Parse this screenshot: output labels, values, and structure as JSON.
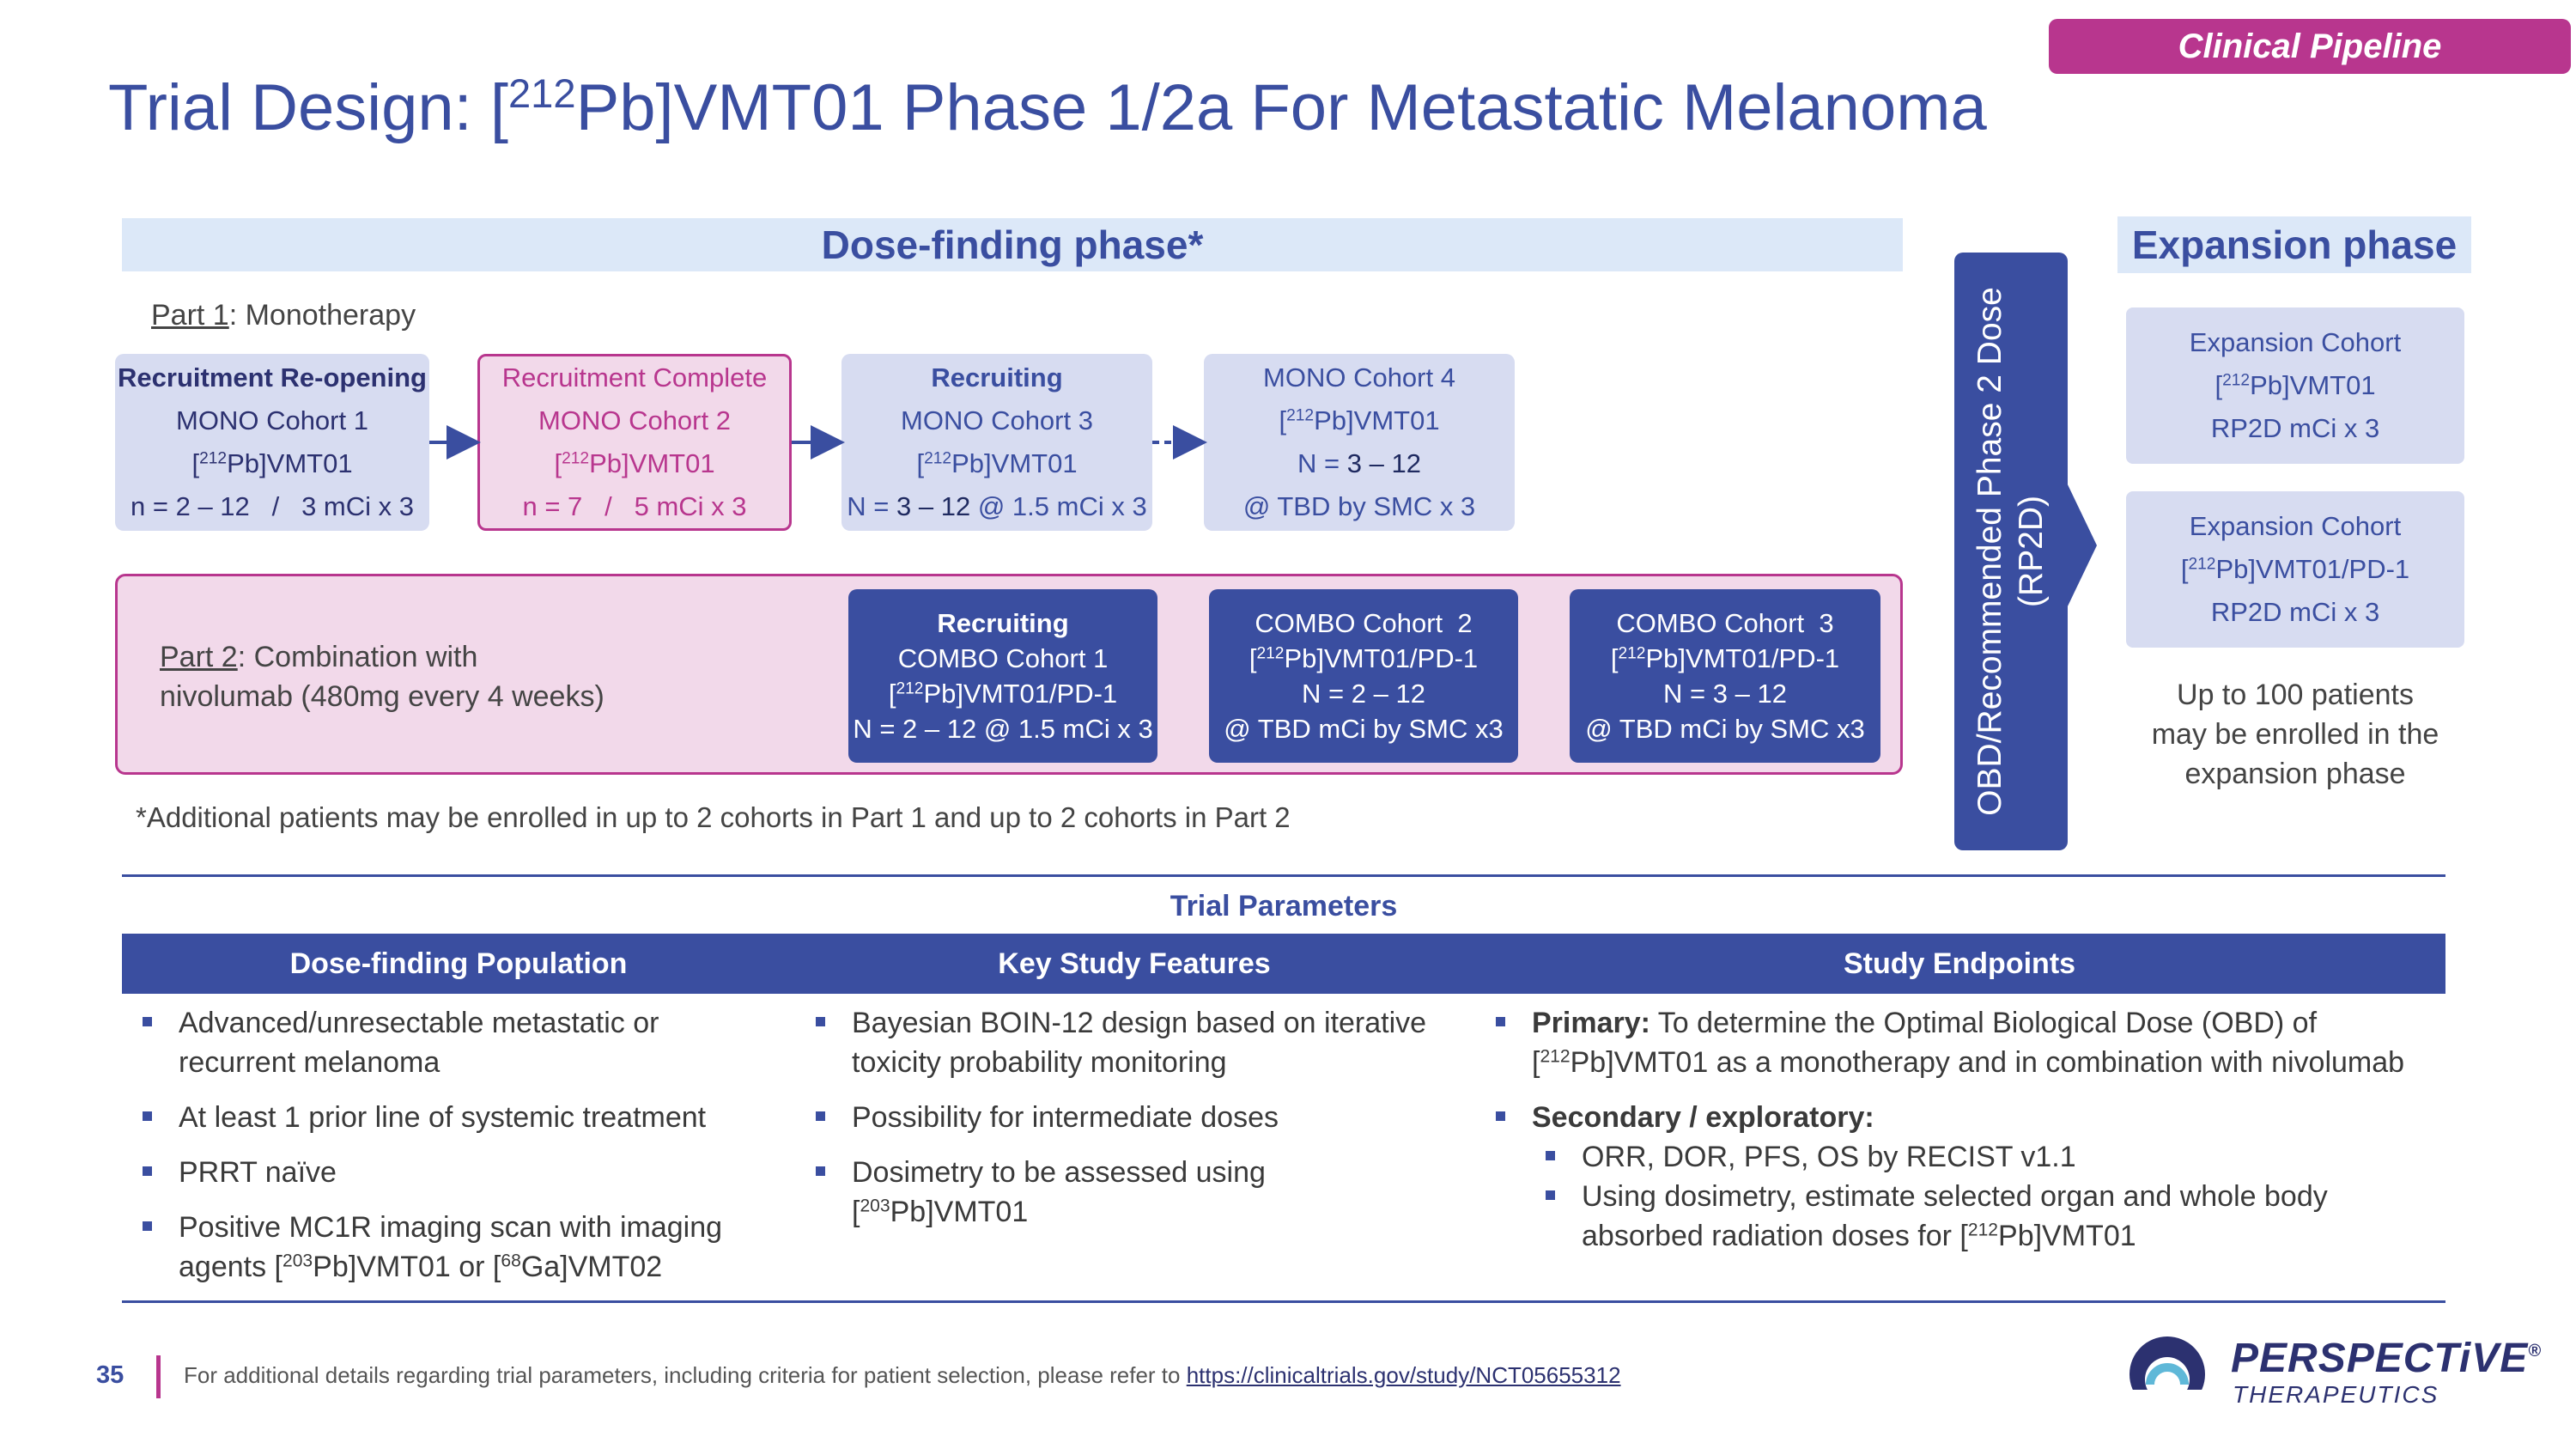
{
  "header": {
    "tag": "Clinical Pipeline",
    "title": "Trial Design: [212Pb]VMT01 Phase 1/2a For Metastatic Melanoma"
  },
  "dose_finding": {
    "title": "Dose-finding phase*",
    "part1_label": "Part 1",
    "part1_text": ": Monotherapy",
    "mono_cohorts": [
      {
        "status": "Recruitment Re-opening",
        "name": "MONO Cohort 1",
        "drug": "[212Pb]VMT01",
        "detail": "n = 2 – 12   /   3 mCi x 3"
      },
      {
        "status": "Recruitment Complete",
        "name": "MONO Cohort 2",
        "drug": "[212Pb]VMT01",
        "detail": "n = 7   /   5 mCi x 3"
      },
      {
        "status": "Recruiting",
        "name": "MONO Cohort 3",
        "drug": "[212Pb]VMT01",
        "detail_prefix": "N = ",
        "detail_strong": "3 – 12",
        "detail_suffix": " @ 1.5 mCi x 3"
      },
      {
        "name": "MONO Cohort 4",
        "drug": "[212Pb]VMT01",
        "detail_prefix": "N = ",
        "detail_strong": "3 – 12",
        "detail2": "@ TBD by SMC x 3"
      }
    ],
    "part2_label": "Part 2",
    "part2_text_1": ": Combination with",
    "part2_text_2": "nivolumab (480mg every 4 weeks)",
    "combo_cohorts": [
      {
        "status": "Recruiting",
        "name": "COMBO Cohort 1",
        "drug": "[212Pb]VMT01/PD-1",
        "detail": "N = 2 – 12 @ 1.5 mCi x 3"
      },
      {
        "name": "COMBO Cohort  2",
        "drug": "[212Pb]VMT01/PD-1",
        "detail": "N = 2 – 12",
        "detail2": "@ TBD mCi by SMC x3"
      },
      {
        "name": "COMBO Cohort  3",
        "drug": "[212Pb]VMT01/PD-1",
        "detail": "N = 3 – 12",
        "detail2": "@ TBD mCi by SMC x3"
      }
    ],
    "footnote": "*Additional patients may be enrolled in up to 2 cohorts in Part 1 and up to 2 cohorts in Part 2"
  },
  "obd": {
    "line1": "OBD/Recommended Phase 2 Dose",
    "line2": "(RP2D)"
  },
  "expansion": {
    "title": "Expansion phase",
    "cohorts": [
      {
        "name": "Expansion Cohort",
        "drug": "[212Pb]VMT01",
        "dose": "RP2D mCi x 3"
      },
      {
        "name": "Expansion Cohort",
        "drug": "[212Pb]VMT01/PD-1",
        "dose": "RP2D mCi x 3"
      }
    ],
    "note_1": "Up to 100 patients",
    "note_2": "may be enrolled in the",
    "note_3": "expansion phase"
  },
  "parameters": {
    "title": "Trial Parameters",
    "columns": [
      "Dose-finding Population",
      "Key Study Features",
      "Study Endpoints"
    ],
    "population": [
      "Advanced/unresectable metastatic or recurrent melanoma",
      "At least 1 prior line of systemic treatment",
      "PRRT naïve",
      "Positive MC1R imaging scan with imaging agents [203Pb]VMT01 or [68Ga]VMT02"
    ],
    "features": [
      "Bayesian BOIN-12 design based on iterative toxicity probability monitoring",
      "Possibility for intermediate doses",
      "Dosimetry to be assessed using [203Pb]VMT01"
    ],
    "endpoints": {
      "primary_label": "Primary:",
      "primary_text": " To determine the Optimal Biological Dose (OBD) of [212Pb]VMT01 as a monotherapy and in combination with nivolumab",
      "secondary_label": "Secondary / exploratory:",
      "secondary_items": [
        "ORR, DOR, PFS, OS by RECIST v1.1",
        "Using dosimetry, estimate selected organ and whole body absorbed radiation doses for [212Pb]VMT01"
      ]
    }
  },
  "footer": {
    "page_number": "35",
    "text": "For additional details regarding trial parameters, including criteria for patient selection, please refer to ",
    "link": "https://clinicaltrials.gov/study/NCT05655312"
  },
  "logo": {
    "name": "PERSPECTiVE",
    "registered": "®",
    "sub": "THERAPEUTICS",
    "colors": {
      "blue": "#2c3170",
      "accent": "#5fb8d8"
    }
  },
  "colors": {
    "primary_blue": "#3a4ea0",
    "magenta": "#b8368e",
    "light_blue": "#d7dcf1",
    "pink_fill": "#f2d9ea"
  }
}
